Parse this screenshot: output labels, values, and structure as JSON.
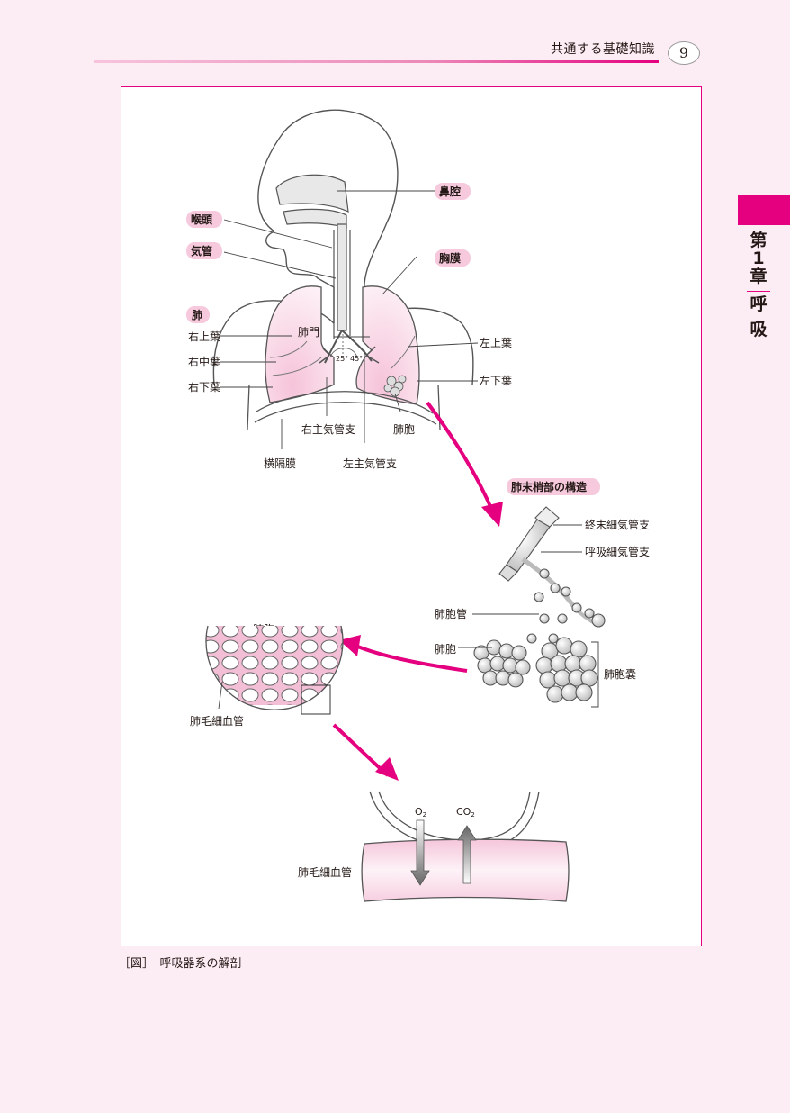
{
  "header": {
    "running_title": "共通する基礎知識",
    "page_number": "9"
  },
  "chapter": {
    "number": "第1章",
    "title": "呼吸",
    "tab_color": "#e4007f"
  },
  "figure": {
    "caption": "［図］　呼吸器系の解剖",
    "accent_color": "#e4007f",
    "labels": {
      "nasal_cavity": "鼻腔",
      "larynx": "喉頭",
      "trachea": "気管",
      "pleura": "胸膜",
      "lung": "肺",
      "hilum": "肺門",
      "right_upper_lobe": "右上葉",
      "right_middle_lobe": "右中葉",
      "right_lower_lobe": "右下葉",
      "left_upper_lobe": "左上葉",
      "left_lower_lobe": "左下葉",
      "angle_right": "25°",
      "angle_left": "45°",
      "right_main_bronchus": "右主気管支",
      "left_main_bronchus": "左主気管支",
      "alveolus_top": "肺胞",
      "diaphragm": "横隔膜",
      "terminal_structure_title": "肺末梢部の構造",
      "terminal_bronchiole": "終末細気管支",
      "respiratory_bronchiole": "呼吸細気管支",
      "alveolar_duct": "肺胞管",
      "alveolus": "肺胞",
      "alveolar_sac": "肺胞嚢",
      "alveolus_section": "肺胞",
      "pulmonary_capillary": "肺毛細血管",
      "o2": "O",
      "o2_sub": "2",
      "co2": "CO",
      "co2_sub": "2",
      "capillary_bottom": "肺毛細血管"
    }
  }
}
